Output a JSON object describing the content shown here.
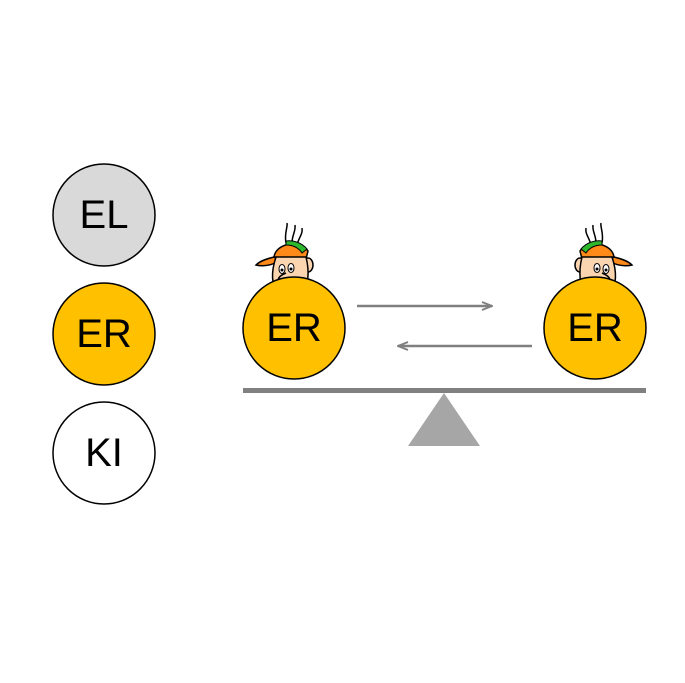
{
  "legend": {
    "items": [
      {
        "label": "EL",
        "color": "#d9d9d9"
      },
      {
        "label": "ER",
        "color": "#ffc000"
      },
      {
        "label": "KI",
        "color": "#ffffff"
      }
    ]
  },
  "balance": {
    "left_label": "ER",
    "right_label": "ER",
    "circle_color": "#ffc000",
    "beam_color": "#808080",
    "fulcrum_color": "#a6a6a6",
    "arrow_color": "#808080"
  },
  "icons": {
    "left_character": "cartoon-man-with-cap-icon",
    "right_character": "cartoon-man-with-cap-icon"
  }
}
